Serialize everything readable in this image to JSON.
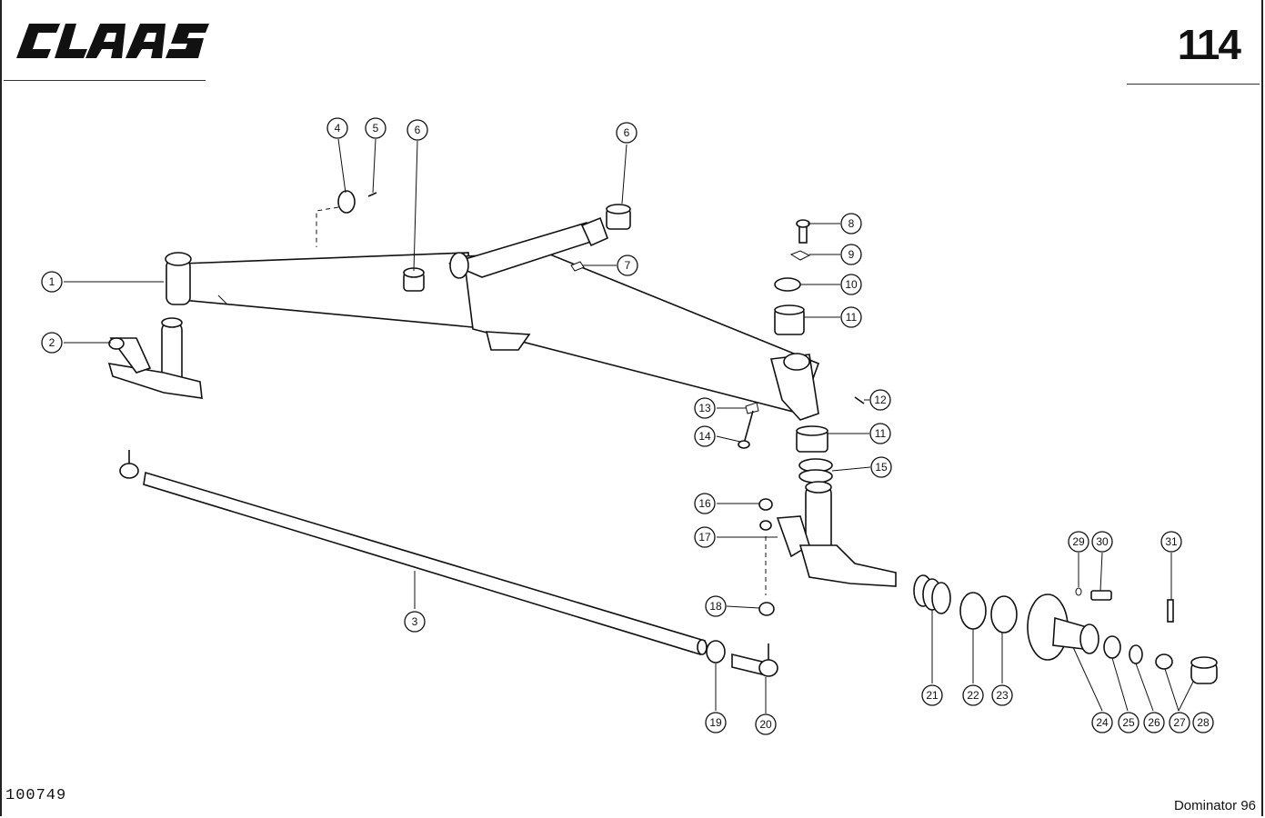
{
  "header": {
    "brand_logo_text": "CLAAS",
    "page_number": "114"
  },
  "footer": {
    "document_number": "100749",
    "model_name": "Dominator 96"
  },
  "callouts": [
    "1",
    "2",
    "3",
    "4",
    "5",
    "6",
    "6",
    "7",
    "8",
    "9",
    "10",
    "11",
    "11",
    "12",
    "13",
    "14",
    "15",
    "16",
    "17",
    "18",
    "19",
    "20",
    "21",
    "22",
    "23",
    "24",
    "25",
    "26",
    "27",
    "28",
    "29",
    "30",
    "31"
  ]
}
